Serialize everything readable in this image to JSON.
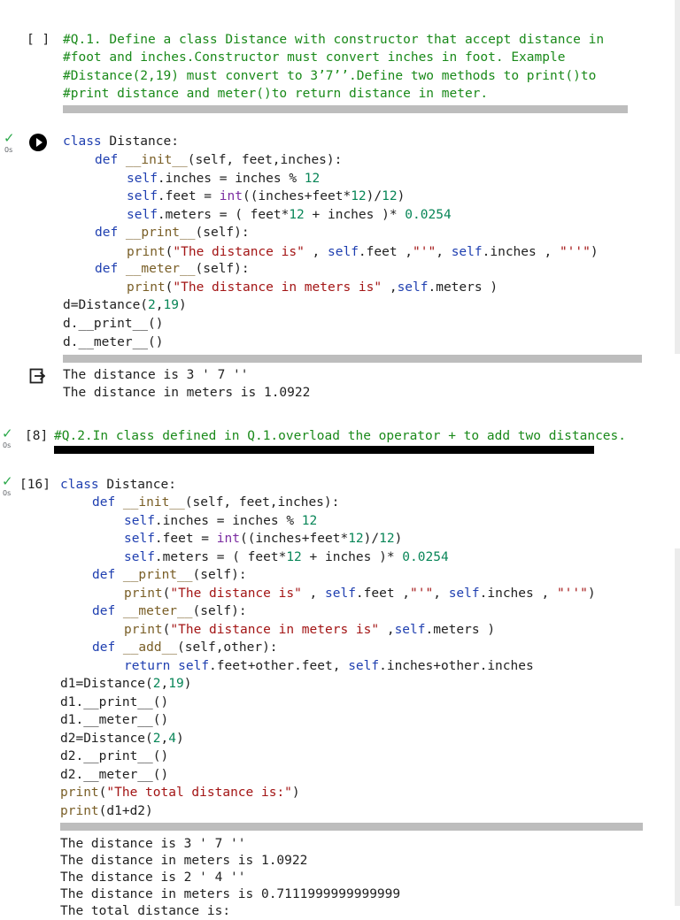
{
  "cell1": {
    "bracket": "[ ]",
    "lines": [
      "#Q.1. Define a class Distance with constructor that accept distance in",
      "#foot and inches.Constructor must convert inches in foot. Example",
      "#Distance(2,19) must convert to 3’7’’.Define two methods to print()to",
      "#print distance and meter()to return distance in meter."
    ]
  },
  "cell2": {
    "status_time": "0s",
    "code": {
      "l1_kw": "class",
      "l1_name": " Distance:",
      "l2_kw": "def",
      "l2_fn": " __init__",
      "l2_rest": "(self, feet,inches):",
      "l3_self": "self",
      "l3_a": ".inches = inches % ",
      "l3_num": "12",
      "l4_self": "self",
      "l4_a": ".feet = ",
      "l4_blt": "int",
      "l4_b": "((inches+feet*",
      "l4_num1": "12",
      "l4_c": ")/",
      "l4_num2": "12",
      "l4_d": ")",
      "l5_self": "self",
      "l5_a": ".meters = ( feet*",
      "l5_num1": "12",
      "l5_b": " + inches )* ",
      "l5_num2": "0.0254",
      "l6_kw": "def",
      "l6_fn": " __print__",
      "l6_rest": "(self):",
      "l7_fn": "print",
      "l7_a": "(",
      "l7_s1": "\"The distance is\"",
      "l7_b": " , ",
      "l7_self1": "self",
      "l7_c": ".feet ,",
      "l7_s2": "\"'\"",
      "l7_d": ", ",
      "l7_self2": "self",
      "l7_e": ".inches , ",
      "l7_s3": "\"''\"",
      "l7_f": ")",
      "l8_kw": "def",
      "l8_fn": " __meter__",
      "l8_rest": "(self):",
      "l9_fn": "print",
      "l9_a": "(",
      "l9_s1": "\"The distance in meters is\"",
      "l9_b": " ,",
      "l9_self": "self",
      "l9_c": ".meters )",
      "l10_a": "d=Distance(",
      "l10_num1": "2",
      "l10_b": ",",
      "l10_num2": "19",
      "l10_c": ")",
      "l11": "d.__print__()",
      "l12": "d.__meter__()"
    },
    "output": [
      "The distance is 3 ' 7 ''",
      "The distance in meters is 1.0922"
    ]
  },
  "cell3": {
    "bracket": "[8]",
    "status_time": "0s",
    "line": "#Q.2.In class defined in Q.1.overload the operator + to add two distances."
  },
  "cell4": {
    "bracket": "[16]",
    "status_time": "0s",
    "code": {
      "l1_kw": "class",
      "l1_name": " Distance:",
      "l2_kw": "def",
      "l2_fn": " __init__",
      "l2_rest": "(self, feet,inches):",
      "l3_self": "self",
      "l3_a": ".inches = inches % ",
      "l3_num": "12",
      "l4_self": "self",
      "l4_a": ".feet = ",
      "l4_blt": "int",
      "l4_b": "((inches+feet*",
      "l4_num1": "12",
      "l4_c": ")/",
      "l4_num2": "12",
      "l4_d": ")",
      "l5_self": "self",
      "l5_a": ".meters = ( feet*",
      "l5_num1": "12",
      "l5_b": " + inches )* ",
      "l5_num2": "0.0254",
      "l6_kw": "def",
      "l6_fn": " __print__",
      "l6_rest": "(self):",
      "l7_fn": "print",
      "l7_a": "(",
      "l7_s1": "\"The distance is\"",
      "l7_b": " , ",
      "l7_self1": "self",
      "l7_c": ".feet ,",
      "l7_s2": "\"'\"",
      "l7_d": ", ",
      "l7_self2": "self",
      "l7_e": ".inches , ",
      "l7_s3": "\"''\"",
      "l7_f": ")",
      "l8_kw": "def",
      "l8_fn": " __meter__",
      "l8_rest": "(self):",
      "l9_fn": "print",
      "l9_a": "(",
      "l9_s1": "\"The distance in meters is\"",
      "l9_b": " ,",
      "l9_self": "self",
      "l9_c": ".meters )",
      "l10_kw": "def",
      "l10_fn": " __add__",
      "l10_rest": "(self,other):",
      "l11_kw": "return",
      "l11_a": " ",
      "l11_self1": "self",
      "l11_b": ".feet+other.feet, ",
      "l11_self2": "self",
      "l11_c": ".inches+other.inches",
      "l12_a": "d1=Distance(",
      "l12_num1": "2",
      "l12_b": ",",
      "l12_num2": "19",
      "l12_c": ")",
      "l13": "d1.__print__()",
      "l14": "d1.__meter__()",
      "l15_a": "d2=Distance(",
      "l15_num1": "2",
      "l15_b": ",",
      "l15_num2": "4",
      "l15_c": ")",
      "l16": "d2.__print__()",
      "l17": "d2.__meter__()",
      "l18_fn": "print",
      "l18_a": "(",
      "l18_s": "\"The total distance is:\"",
      "l18_b": ")",
      "l19_fn": "print",
      "l19_a": "(d1+d2)"
    },
    "output": [
      "The distance is 3 ' 7 ''",
      "The distance in meters is 1.0922",
      "The distance is 2 ' 4 ''",
      "The distance in meters is 0.7111999999999999",
      "The total distance is:"
    ]
  },
  "colors": {
    "keyword": "#1f3fb0",
    "function": "#795e26",
    "number": "#098658",
    "string": "#a31515",
    "comment": "#1a8a1a",
    "check": "#2aa84a"
  },
  "icons": [
    "check-icon",
    "play-icon",
    "output-arrow-icon"
  ]
}
